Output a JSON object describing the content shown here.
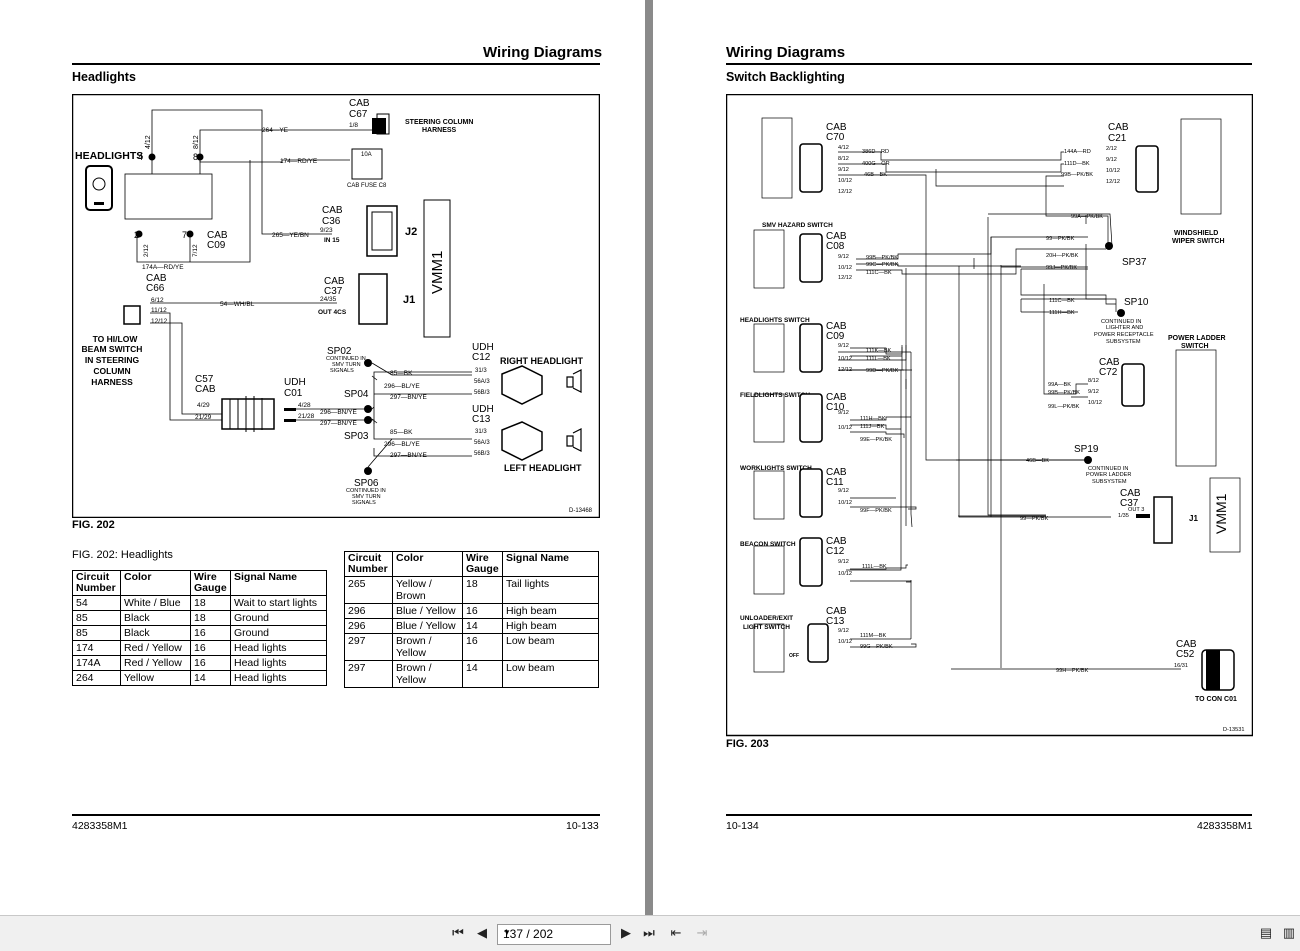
{
  "left_page": {
    "header": "Wiring Diagrams",
    "section": "Headlights",
    "figure_label": "FIG. 202",
    "diagram_code": "D-13468",
    "labels": {
      "headlights": "HEADLIGHTS",
      "cab1": "CAB",
      "c67": "C67",
      "c67_pin": "1/8",
      "steering1": "STEERING COLUMN",
      "steering2": "HARNESS",
      "w264": "264—YE",
      "w174": "174—RD/YE",
      "w265": "265—YE/BN",
      "w174a": "174A—RD/YE",
      "w54": "54—WH/BL",
      "fuse_amp": "10A",
      "fuse_name": "CAB FUSE C8",
      "cab2": "CAB",
      "c36": "C36",
      "c36_pin": "9/23",
      "in15": "IN 15",
      "j2": "J2",
      "cab3": "CAB",
      "c37": "C37",
      "c37_pin": "24/35",
      "out4cs": "OUT 4CS",
      "j1": "J1",
      "vmm1": "VMM1",
      "cab4": "CAB",
      "c09": "C09",
      "p412": "4/12",
      "p812": "8/12",
      "p212": "2/12",
      "p712": "7/12",
      "n4": "4",
      "n8": "8",
      "n2": "2",
      "n7": "7",
      "cab5": "CAB",
      "c66": "C66",
      "p612": "6/12",
      "p1112": "11/12",
      "p1212": "12/12",
      "tohilow1": "TO HI/LOW",
      "tohilow2": "BEAM SWITCH",
      "tohilow3": "IN STEERING",
      "tohilow4": "COLUMN",
      "tohilow5": "HARNESS",
      "c57": "C57",
      "cab6": "CAB",
      "p429": "4/29",
      "p2129": "21/29",
      "w296bnye": "296—BN/YE",
      "w297bnye": "297—BN/YE",
      "udh1": "UDH",
      "c01": "C01",
      "p428": "4/28",
      "p2128": "21/28",
      "sp02": "SP02",
      "sp02a": "CONTINUED IN",
      "sp02b": "SMV TURN",
      "sp02c": "SIGNALS",
      "sp04": "SP04",
      "sp03": "SP03",
      "sp06": "SP06",
      "sp06a": "CONTINUED IN",
      "sp06b": "SMV TURN",
      "sp06c": "SIGNALS",
      "udh2": "UDH",
      "c12": "C12",
      "right_headlight": "RIGHT HEADLIGHT",
      "w85a": "85—BK",
      "w296blye": "296—BL/YE",
      "w297": "297—BN/YE",
      "p313": "31/3",
      "p56a": "56A/3",
      "p56b": "56B/3",
      "udh3": "UDH",
      "c13": "C13",
      "left_headlight": "LEFT HEADLIGHT",
      "w85b": "85—BK",
      "w296b": "296—BL/YE",
      "w297b": "297—BN/YE",
      "p313b": "31/3",
      "p56ab": "56A/3",
      "p56bb": "56B/3"
    },
    "table_caption_label": "FIG. 202:",
    "table_caption_title": "Headlights",
    "table_headers": [
      "Circuit Number",
      "Color",
      "Wire Gauge",
      "Signal Name"
    ],
    "table1_rows": [
      [
        "54",
        "White / Blue",
        "18",
        "Wait to start lights"
      ],
      [
        "85",
        "Black",
        "18",
        "Ground"
      ],
      [
        "85",
        "Black",
        "16",
        "Ground"
      ],
      [
        "174",
        "Red / Yellow",
        "16",
        "Head lights"
      ],
      [
        "174A",
        "Red / Yellow",
        "16",
        "Head lights"
      ],
      [
        "264",
        "Yellow",
        "14",
        "Head lights"
      ]
    ],
    "table2_rows": [
      [
        "265",
        "Yellow / Brown",
        "18",
        "Tail lights"
      ],
      [
        "296",
        "Blue / Yellow",
        "16",
        "High beam"
      ],
      [
        "296",
        "Blue / Yellow",
        "14",
        "High beam"
      ],
      [
        "297",
        "Brown / Yellow",
        "16",
        "Low beam"
      ],
      [
        "297",
        "Brown / Yellow",
        "14",
        "Low beam"
      ]
    ],
    "footer_left": "4283358M1",
    "footer_right": "10-133"
  },
  "right_page": {
    "header": "Wiring Diagrams",
    "section": "Switch Backlighting",
    "figure_label": "FIG. 203",
    "diagram_code": "D-13531",
    "labels": {
      "cab_c70a": "CAB",
      "cab_c70b": "C70",
      "c70p1": "4/12",
      "c70p2": "8/12",
      "c70p3": "9/12",
      "c70p4": "10/12",
      "c70p5": "12/12",
      "w386": "386D—RD",
      "w400g": "400G—OR",
      "w46b": "46B—BK",
      "cab_c21a": "CAB",
      "cab_c21b": "C21",
      "c21p1": "2/12",
      "c21p2": "9/12",
      "c21p3": "10/12",
      "c21p4": "12/12",
      "w144a": "144A—RD",
      "w111d": "111D—BK",
      "w99b": "99B—PK/BK",
      "wiper1": "WINDSHIELD",
      "wiper2": "WIPER SWITCH",
      "smv": "SMV HAZARD SWITCH",
      "cab_c08a": "CAB",
      "cab_c08b": "C08",
      "c08p1": "9/12",
      "c08p2": "10/12",
      "c08p3": "12/12",
      "w99b2": "99B—PK/BK",
      "w99c": "99C—PK/BK",
      "w111c": "111C—BK",
      "w99a": "99A—PK/BK",
      "w99": "99—PK/BK",
      "w20h": "20H—PK/BK",
      "w99j": "99J—PK/BK",
      "sp37": "SP37",
      "sp10": "SP10",
      "sp10a": "CONTINUED IN",
      "sp10b": "LIGHTER AND",
      "sp10c": "POWER RECEPTACLE",
      "sp10d": "SUBSYSTEM",
      "w111c2": "111C—BK",
      "w111h": "111H—BK",
      "hls": "HEADLIGHTS SWITCH",
      "cab_c09a": "CAB",
      "cab_c09b": "C09",
      "c09p1": "9/12",
      "c09p2": "10/12",
      "c09p3": "12/12",
      "w111k": "111K—BK",
      "w111l": "111L—BK",
      "w99d": "99D—PK/BK",
      "pls1": "POWER LADDER",
      "pls2": "SWITCH",
      "cab_c72a": "CAB",
      "cab_c72b": "C72",
      "c72p1": "8/12",
      "c72p2": "9/12",
      "c72p3": "10/12",
      "w99a2": "99A—BK",
      "w99b3": "99B—PK/BK",
      "w99l": "99L—PK/BK",
      "fls": "FIELDLIGHTS SWITCH",
      "cab_c10a": "CAB",
      "cab_c10b": "C10",
      "c10p1": "9/12",
      "c10p2": "10/12",
      "w111h2": "111H—BK",
      "w111j": "111J—BK",
      "w99e": "99E—PK/BK",
      "sp19": "SP19",
      "sp19a": "CONTINUED IN",
      "sp19b": "POWER LADDER",
      "sp19c": "SUBSYSTEM",
      "w46b2": "46B—BK",
      "wls": "WORKLIGHTS SWITCH",
      "cab_c11a": "CAB",
      "cab_c11b": "C11",
      "c11p1": "9/12",
      "c11p2": "10/12",
      "w99f": "99F—PK/BK",
      "cab_c37a": "CAB",
      "cab_c37b": "C37",
      "c37p": "1/35",
      "out3": "OUT 3",
      "j1": "J1",
      "vmm1": "VMM1",
      "w99pk": "99—PK/BK",
      "bcs": "BEACON SWITCH",
      "cab_c12a": "CAB",
      "cab_c12b": "C12",
      "c12p1": "9/12",
      "c12p2": "10/12",
      "w111l2": "111L—BK",
      "uls1": "UNLOADER/EXIT",
      "uls2": "LIGHT SWITCH",
      "cab_c13a": "CAB",
      "cab_c13b": "C13",
      "c13p1": "9/12",
      "c13p2": "10/12",
      "w111m": "111M—BK",
      "w99g": "99G—PK/BK",
      "off": "OFF",
      "cab_c52a": "CAB",
      "cab_c52b": "C52",
      "c52p": "16/31",
      "w99h": "99H—PK/BK",
      "tocon": "TO CON C01"
    },
    "footer_left": "10-134",
    "footer_right": "4283358M1"
  },
  "toolbar": {
    "page_indicator": "137 / 202",
    "first_icon": "first-page-icon",
    "prev_icon": "previous-page-icon",
    "next_icon": "next-page-icon",
    "last_icon": "last-page-icon"
  }
}
